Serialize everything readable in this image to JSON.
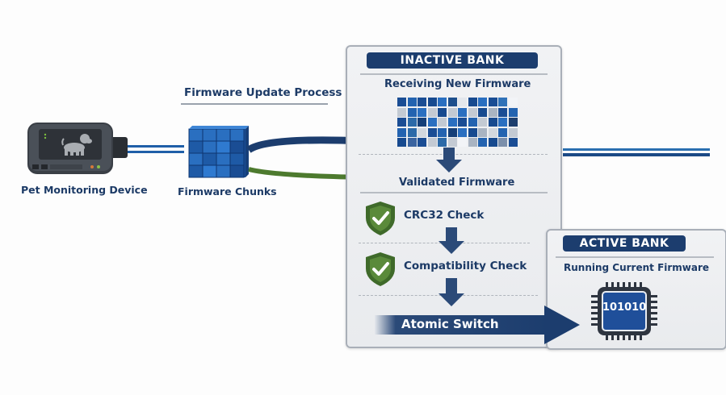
{
  "title": "Firmware Update Process",
  "device": {
    "label": "Pet Monitoring Device",
    "icon": "dog-icon"
  },
  "chunks": {
    "label": "Firmware Chunks"
  },
  "inactive_bank": {
    "banner": "INACTIVE BANK",
    "receiving": "Receiving New Firmware",
    "validated": "Validated Firmware",
    "checks": [
      {
        "label": "CRC32 Check",
        "status": "passed"
      },
      {
        "label": "Compatibility Check",
        "status": "passed"
      }
    ],
    "switch": "Atomic Switch",
    "grid_rows": [
      [
        "#1a4d94",
        "#2363b0",
        "#1a4d94",
        "#174a8f",
        "#2a6fc0",
        "#1e4f8c",
        "#e3e7ec",
        "#174a8f",
        "#2a6fc0",
        "#1a4d94",
        "#3072b8",
        "#f2f4f7"
      ],
      [
        "#c3cad3",
        "#2363b0",
        "#2a6fc0",
        "#c3cad3",
        "#174a8f",
        "#c3cad3",
        "#2a6fc0",
        "#c3cad3",
        "#174a8f",
        "#a9b4c2",
        "#1a4d94",
        "#2363b0"
      ],
      [
        "#1a4d94",
        "#2c6aa8",
        "#153f78",
        "#2a6fc0",
        "#c3cad3",
        "#2a6fc0",
        "#1a4d94",
        "#2363b0",
        "#c3cad3",
        "#174a8f",
        "#2a6fc0",
        "#1e3f6e"
      ],
      [
        "#2363b0",
        "#2c6aa8",
        "#d3d8de",
        "#1a4d94",
        "#2363b0",
        "#153f78",
        "#2a6fc0",
        "#174a8f",
        "#a9b4c2",
        "#d3d8de",
        "#2363b0",
        "#c3cad3"
      ],
      [
        "#174a8f",
        "#3a64a0",
        "#1a4d94",
        "#c3cad3",
        "#2c6aa8",
        "#c3cad3",
        "#f2f4f7",
        "#a9b4c2",
        "#2363b0",
        "#174a8f",
        "#7b8fab",
        "#1a4d94"
      ]
    ]
  },
  "active_bank": {
    "banner": "ACTIVE BANK",
    "subtitle": "Running Current Firmware",
    "chip_text": "101010"
  },
  "colors": {
    "navy": "#1c3d6e",
    "green": "#4d7a2e",
    "blue_line": "#1f5fa8"
  }
}
